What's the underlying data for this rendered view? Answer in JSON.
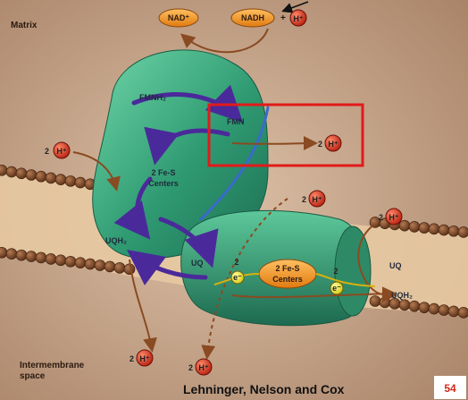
{
  "regions": {
    "matrix": "Matrix",
    "intermembrane_line1": "Intermembrane",
    "intermembrane_line2": "space"
  },
  "molecules": {
    "nad": "NAD⁺",
    "nadh": "NADH",
    "plus": "+",
    "fmnh2": "FMNH₂",
    "fmn": "FMN",
    "fes_line1": "2 Fe-S",
    "fes_line2": "Centers",
    "fes2_line1": "2 Fe-S",
    "fes2_line2": "Centers",
    "uqh2_left": "UQH₂",
    "uq_center": "UQ",
    "uq_right": "UQ",
    "uqh2_right": "UQH₂"
  },
  "protons": {
    "h_symbol": "H⁺",
    "count_2": "2",
    "electron_symbol": "e⁻"
  },
  "footer": {
    "credit": "Lehninger, Nelson and Cox",
    "page": "54"
  },
  "colors": {
    "membrane_head": "#7a4a2a",
    "protein": "#3aa880",
    "highlight_box": "#e21a1a",
    "proton": "#d83a22",
    "electron": "#f5ee2a",
    "pill": "#f09a2a"
  }
}
